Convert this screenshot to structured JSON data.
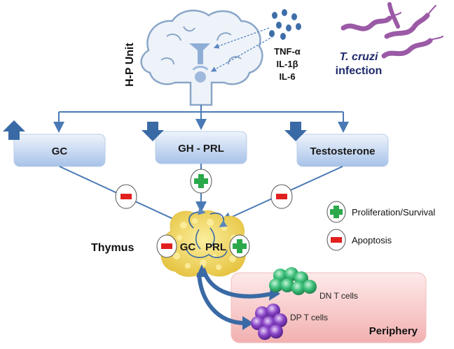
{
  "hp_unit": {
    "label": "H-P Unit"
  },
  "cytokines": [
    "TNF-α",
    "IL-1β",
    "IL-6"
  ],
  "infection": {
    "organism": "T. cruzi",
    "suffix": "infection"
  },
  "hormones": [
    {
      "label": "GC",
      "trend": "up",
      "effect": "minus"
    },
    {
      "label": "GH - PRL",
      "trend": "down",
      "effect": "plus"
    },
    {
      "label": "Testosterone",
      "trend": "down",
      "effect": "minus"
    }
  ],
  "thymus": {
    "label": "Thymus",
    "left_label": "GC",
    "right_label": "PRL"
  },
  "legend": [
    {
      "symbol": "plus",
      "label": "Proliferation/Survival"
    },
    {
      "symbol": "minus",
      "label": "Apoptosis"
    }
  ],
  "periphery": {
    "label": "Periphery",
    "cells": [
      "DN T cells",
      "DP T cells"
    ]
  },
  "colors": {
    "connector": "#4a7ab5",
    "box_top": "#e6effa",
    "box_bottom": "#a9c4ea",
    "arrow_head": "#3a6aa5",
    "plus": "#2aa84a",
    "minus": "#e0201f",
    "brain": "#e8eff8",
    "brain_outline": "#8aa6c8",
    "thymus": "#f1d86a",
    "periphery_top": "#fde3e3",
    "periphery_bottom": "#f3b5b5",
    "dn_cells": "#2fb06a",
    "dp_cells": "#7a3bb8",
    "parasite": "#9b5aa6",
    "infection_text": "#1f2a6b"
  }
}
